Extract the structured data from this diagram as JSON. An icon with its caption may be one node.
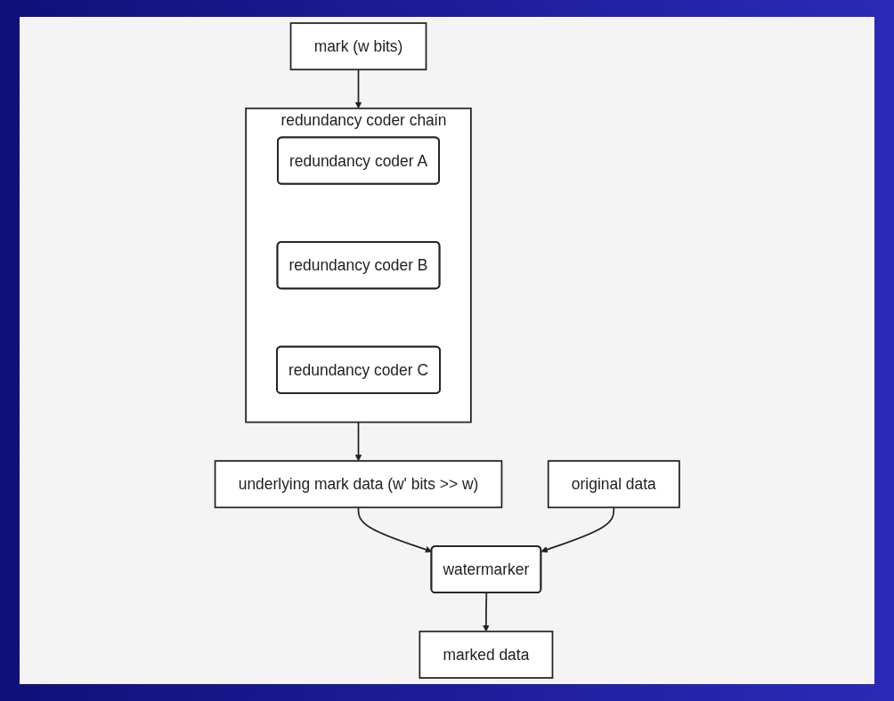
{
  "diagram": {
    "nodes": [
      {
        "text": [
          "mark (w bits)"
        ]
      },
      {
        "text": [
          "redundancy coder chain"
        ]
      },
      {
        "text": [
          "redundancy coder A"
        ],
        "in": 1
      },
      {
        "text": [
          "redundancy coder B"
        ],
        "in": 1
      },
      {
        "text": [
          "redundancy coder C"
        ],
        "in": 1
      },
      {
        "text": [
          "underlying mark data (w' bits >> w)"
        ]
      },
      {
        "text": [
          "original data"
        ]
      },
      {
        "text": [
          "watermarker"
        ]
      },
      {
        "text": [
          "marked data"
        ]
      }
    ],
    "edges": [
      {
        "from": 0,
        "to": 1,
        "arrow": "to"
      },
      {
        "from": 1,
        "to": 5,
        "arrow": "to"
      },
      {
        "from": 5,
        "to": 7,
        "arrow": "to"
      },
      {
        "from": 6,
        "to": 7,
        "arrow": "to"
      },
      {
        "from": 7,
        "to": 8,
        "arrow": "to"
      }
    ]
  }
}
